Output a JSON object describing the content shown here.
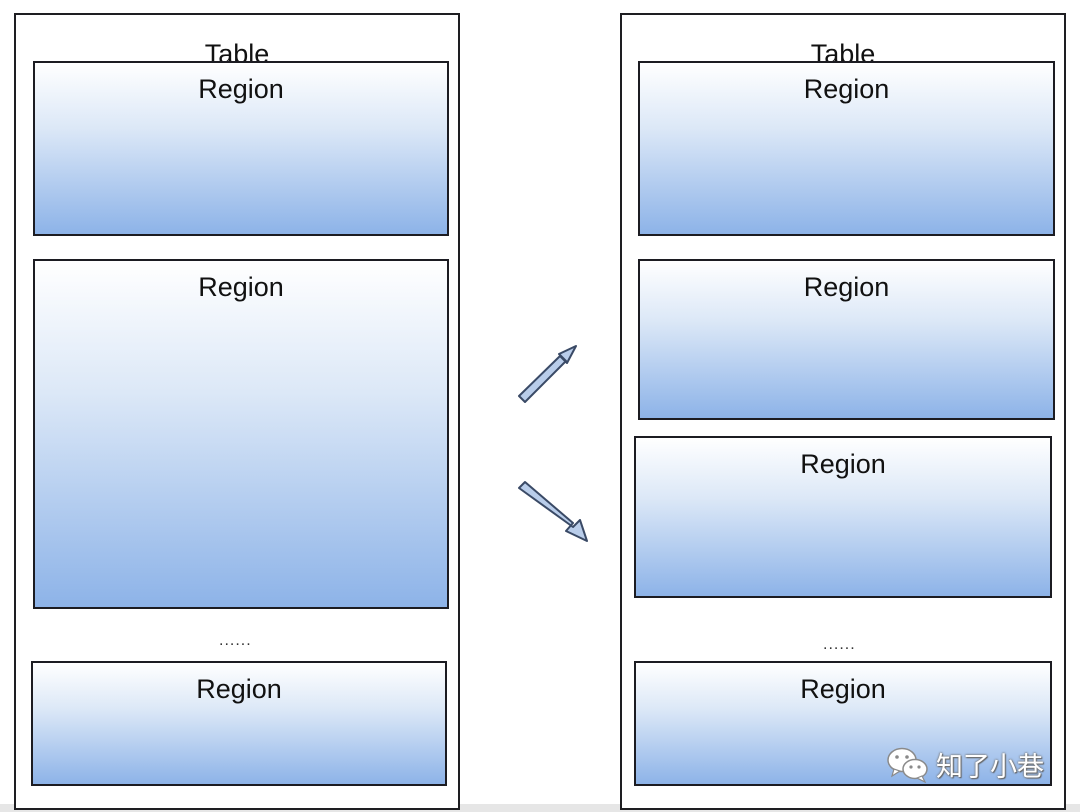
{
  "left_table": {
    "title": "Table",
    "regions": [
      "Region",
      "Region",
      "Region"
    ],
    "ellipsis": "......"
  },
  "right_table": {
    "title": "Table",
    "regions": [
      "Region",
      "Region",
      "Region",
      "Region"
    ],
    "ellipsis": "......"
  },
  "arrows": [
    "arrow-up-right",
    "arrow-down-right"
  ],
  "watermark": {
    "icon": "wechat-icon",
    "text": "知了小巷"
  },
  "colors": {
    "border": "#1e1e22",
    "region_top": "#ffffff",
    "region_bottom": "#8db3e8",
    "arrow_fill": "#b9cdea",
    "arrow_stroke": "#3a4a66"
  }
}
